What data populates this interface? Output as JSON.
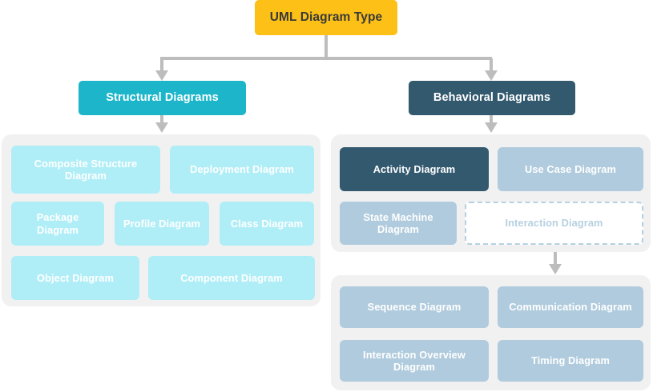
{
  "diagram": {
    "title": "UML Diagram Type",
    "root": {
      "label": "UML Diagram Type"
    },
    "branches": {
      "structural": {
        "label": "Structural Diagrams"
      },
      "behavioral": {
        "label": "Behavioral Diagrams"
      }
    },
    "structural_children": [
      {
        "label": "Composite Structure Diagram"
      },
      {
        "label": "Deployment Diagram"
      },
      {
        "label": "Package Diagram"
      },
      {
        "label": "Profile Diagram"
      },
      {
        "label": "Class Diagram"
      },
      {
        "label": "Object Diagram"
      },
      {
        "label": "Component Diagram"
      }
    ],
    "behavioral_children": [
      {
        "label": "Activity Diagram"
      },
      {
        "label": "Use Case Diagram"
      },
      {
        "label": "State Machine Diagram"
      },
      {
        "label": "Interaction Diagram"
      }
    ],
    "interaction_children": [
      {
        "label": "Sequence Diagram"
      },
      {
        "label": "Communication Diagram"
      },
      {
        "label": "Interaction Overview Diagram"
      },
      {
        "label": "Timing Diagram"
      }
    ],
    "colors": {
      "root": "#fcc016",
      "root_text": "#3a3a3a",
      "structural": "#1cb5c9",
      "behavioral": "#33596f",
      "leaf_cyan": "#b0eef7",
      "leaf_blue": "#b0cbdd",
      "leaf_navy": "#33596f",
      "panel": "#f1f1f1",
      "connector": "#bdbdbd",
      "dashed_border": "#b6d0e0",
      "background": "#ffffff"
    }
  }
}
